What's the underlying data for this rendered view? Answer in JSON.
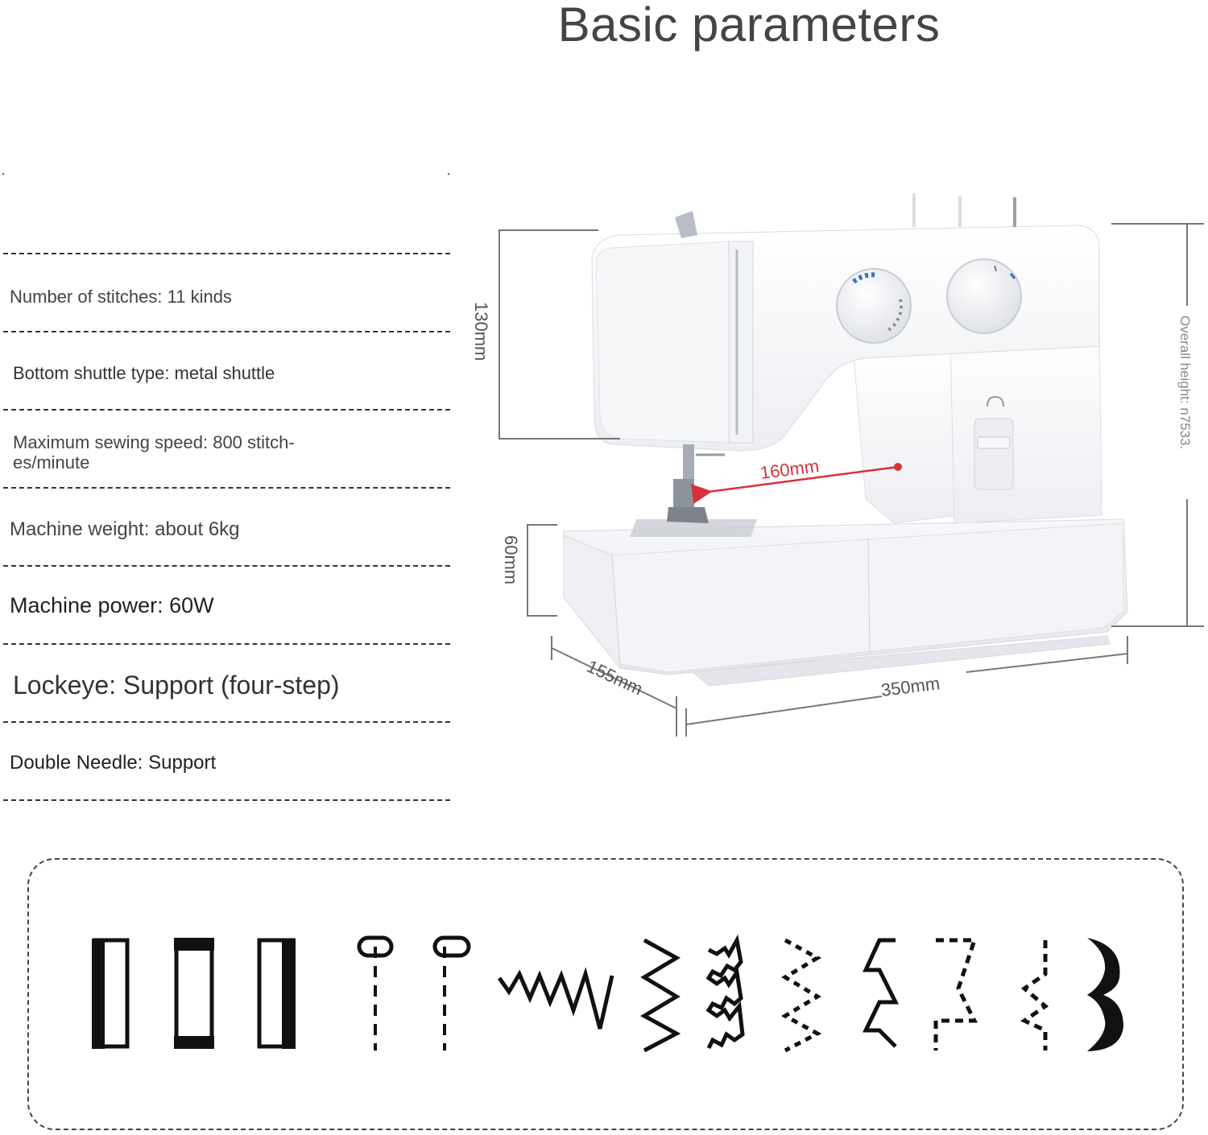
{
  "title": "Basic parameters",
  "specs": [
    "Number of stitches: 11 kinds",
    "Bottom shuttle type: metal shuttle",
    "Maximum sewing speed: 800 stitch- es/minute",
    "Machine weight: about 6kg",
    "Machine power: 60W",
    "Lockeye: Support (four-step)",
    "Double Needle: Support"
  ],
  "dimensions": {
    "height_head": "130mm",
    "height_base": "60mm",
    "throat": "160mm",
    "depth": "155mm",
    "width": "350mm",
    "overall": "Overall height: n7533."
  },
  "stitch_icons": [
    "buttonhole-left-icon",
    "buttonhole-bartack-icon",
    "buttonhole-right-icon",
    "straight-stitch-left-icon",
    "straight-stitch-center-icon",
    "multi-zigzag-icon",
    "zigzag-stitch-icon",
    "blind-hem-icon",
    "dotted-zigzag-icon",
    "stretch-stitch-icon",
    "dashed-stretch-icon",
    "dashed-arrow-icon",
    "scallop-icon"
  ],
  "colors": {
    "accent_red": "#d8303a",
    "dial_blue": "#3a6fc4"
  }
}
